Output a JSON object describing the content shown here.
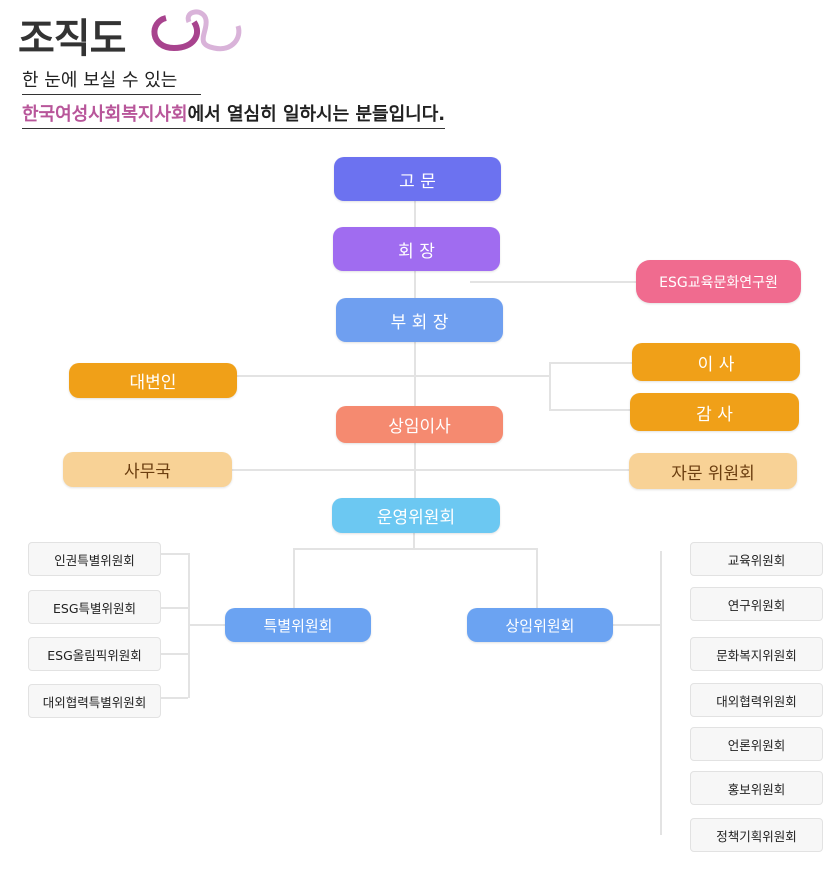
{
  "header": {
    "title": "조직도",
    "subtitle_line1": "한 눈에 보실 수 있는",
    "subtitle_org": "한국여성사회복지사회",
    "subtitle_rest": "에서 열심히 일하시는 분들입니다."
  },
  "nodes": {
    "advisor": "고 문",
    "chairman": "회 장",
    "esg_institute": "ESG교육문화연구원",
    "vice_chairman": "부 회 장",
    "spokesperson": "대변인",
    "director": "이 사",
    "auditor": "감 사",
    "standing_director": "상임이사",
    "secretariat": "사무국",
    "advisory_committee": "자문 위원회",
    "steering_committee": "운영위원회",
    "special_committee": "특별위원회",
    "standing_committee": "상임위원회"
  },
  "special_committees": [
    "인권특별위원회",
    "ESG특별위원회",
    "ESG올림픽위원회",
    "대외협력특별위원회"
  ],
  "standing_committees": [
    "교육위원회",
    "연구위원회",
    "문화복지위원회",
    "대외협력위원회",
    "언론위원회",
    "홍보위원회",
    "정책기획위원회"
  ],
  "colors": {
    "advisor": "#6c72f0",
    "chairman": "#a06cf0",
    "esg": "#f06b8f",
    "vice": "#6f9ff0",
    "orange": "#f0a018",
    "salmon": "#f58a70",
    "peach": "#f8d296",
    "steering": "#6cc8f2",
    "committee": "#6ba3f2",
    "accent": "#b8569a"
  }
}
